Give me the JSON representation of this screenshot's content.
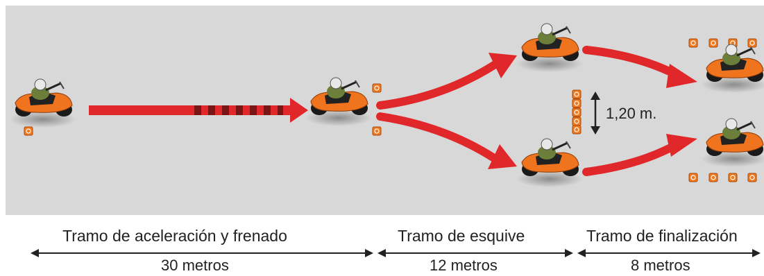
{
  "diagram": {
    "lateral_spacing_label": "1,20 m.",
    "colors": {
      "track": "#d8d8d8",
      "arrow": "#e0282a",
      "arrow_dash": "#7a1515",
      "cone": "#f07a20",
      "moto_body": "#f0731e",
      "rider_jacket": "#6b7f3a",
      "helmet": "#e8e8e8"
    },
    "icons": [
      "motorcycle-icon",
      "cone-icon",
      "arrow-icon",
      "double-arrow-icon"
    ]
  },
  "sections": [
    {
      "name": "Tramo de aceleración y frenado",
      "distance": "30 metros"
    },
    {
      "name": "Tramo de esquive",
      "distance": "12 metros"
    },
    {
      "name": "Tramo de finalización",
      "distance": "8 metros"
    }
  ]
}
